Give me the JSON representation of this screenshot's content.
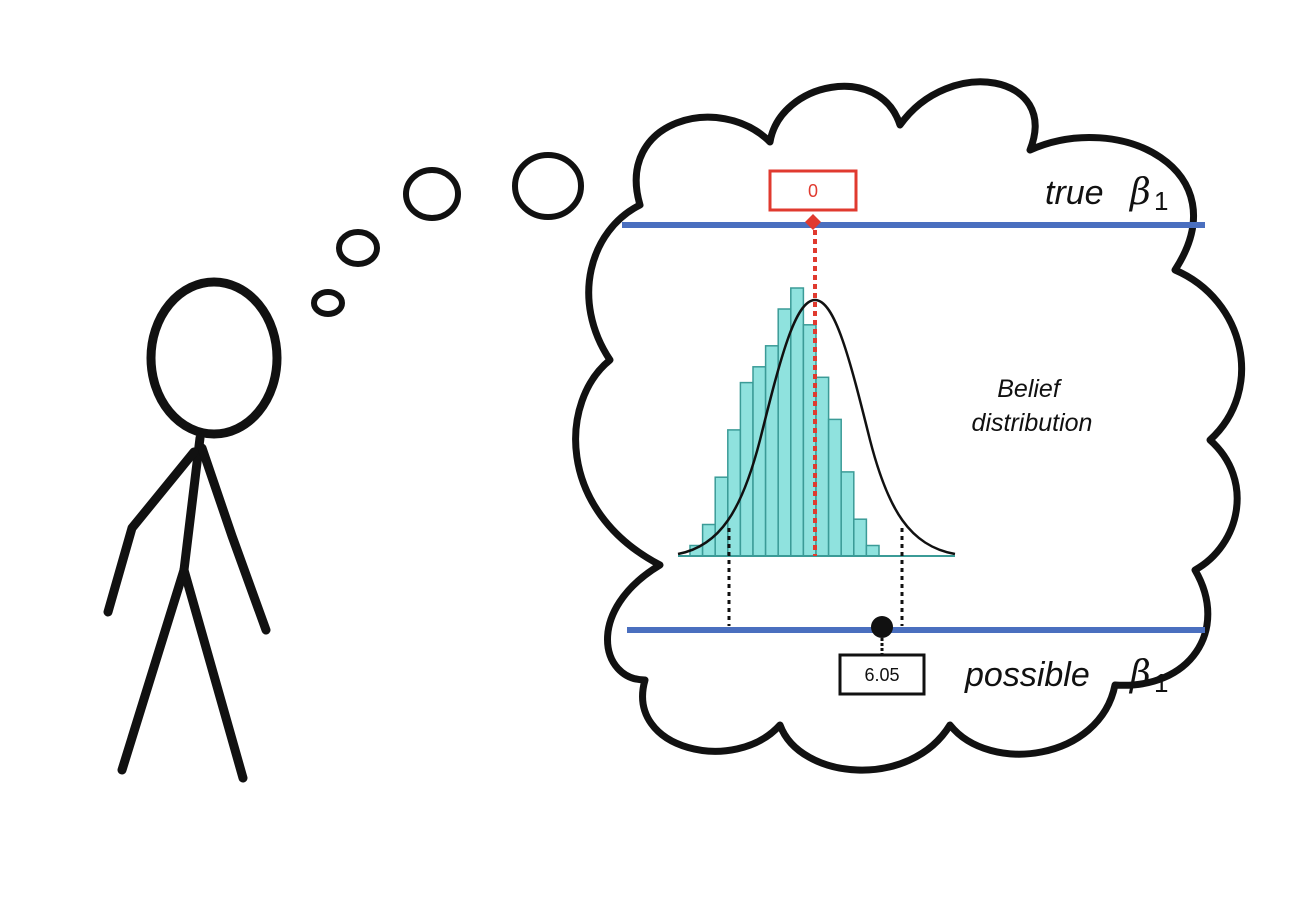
{
  "diagram": {
    "true_line_label": "true",
    "possible_line_label": "possible",
    "beta_symbol": "β",
    "beta_subscript": "1",
    "true_value": "0",
    "sample_value": "6.05",
    "belief_label_line1": "Belief",
    "belief_label_line2": "distribution",
    "histogram_counts": [
      2,
      6,
      15,
      24,
      33,
      36,
      40,
      47,
      51,
      44,
      34,
      26,
      16,
      7,
      2
    ],
    "colors": {
      "axis_line": "#4a6fbf",
      "true_marker": "#e03a2f",
      "histogram_fill": "#8fe2de",
      "histogram_stroke": "#3b9b97",
      "ink": "#111111"
    }
  }
}
